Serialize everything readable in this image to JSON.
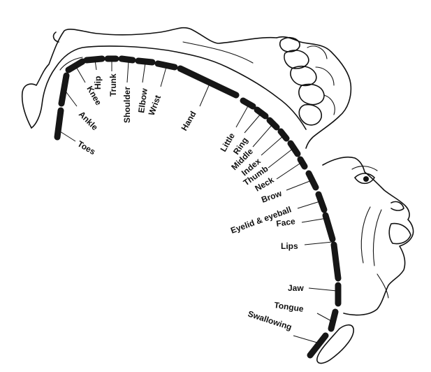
{
  "colors": {
    "ink": "#111111",
    "segment": "#161616",
    "background": "#ffffff"
  },
  "labels": {
    "toes": "Toes",
    "ankle": "Ankle",
    "knee": "Knee",
    "hip": "Hip",
    "trunk": "Trunk",
    "shoulder": "Shoulder",
    "elbow": "Elbow",
    "wrist": "Wrist",
    "hand": "Hand",
    "little": "Little",
    "ring": "Ring",
    "middle": "Middle",
    "index": "Index",
    "thumb": "Thumb",
    "neck": "Neck",
    "brow": "Brow",
    "eyelid_eyeball": "Eyelid & eyeball",
    "face": "Face",
    "lips": "Lips",
    "jaw": "Jaw",
    "tongue": "Tongue",
    "swallowing": "Swallowing"
  }
}
